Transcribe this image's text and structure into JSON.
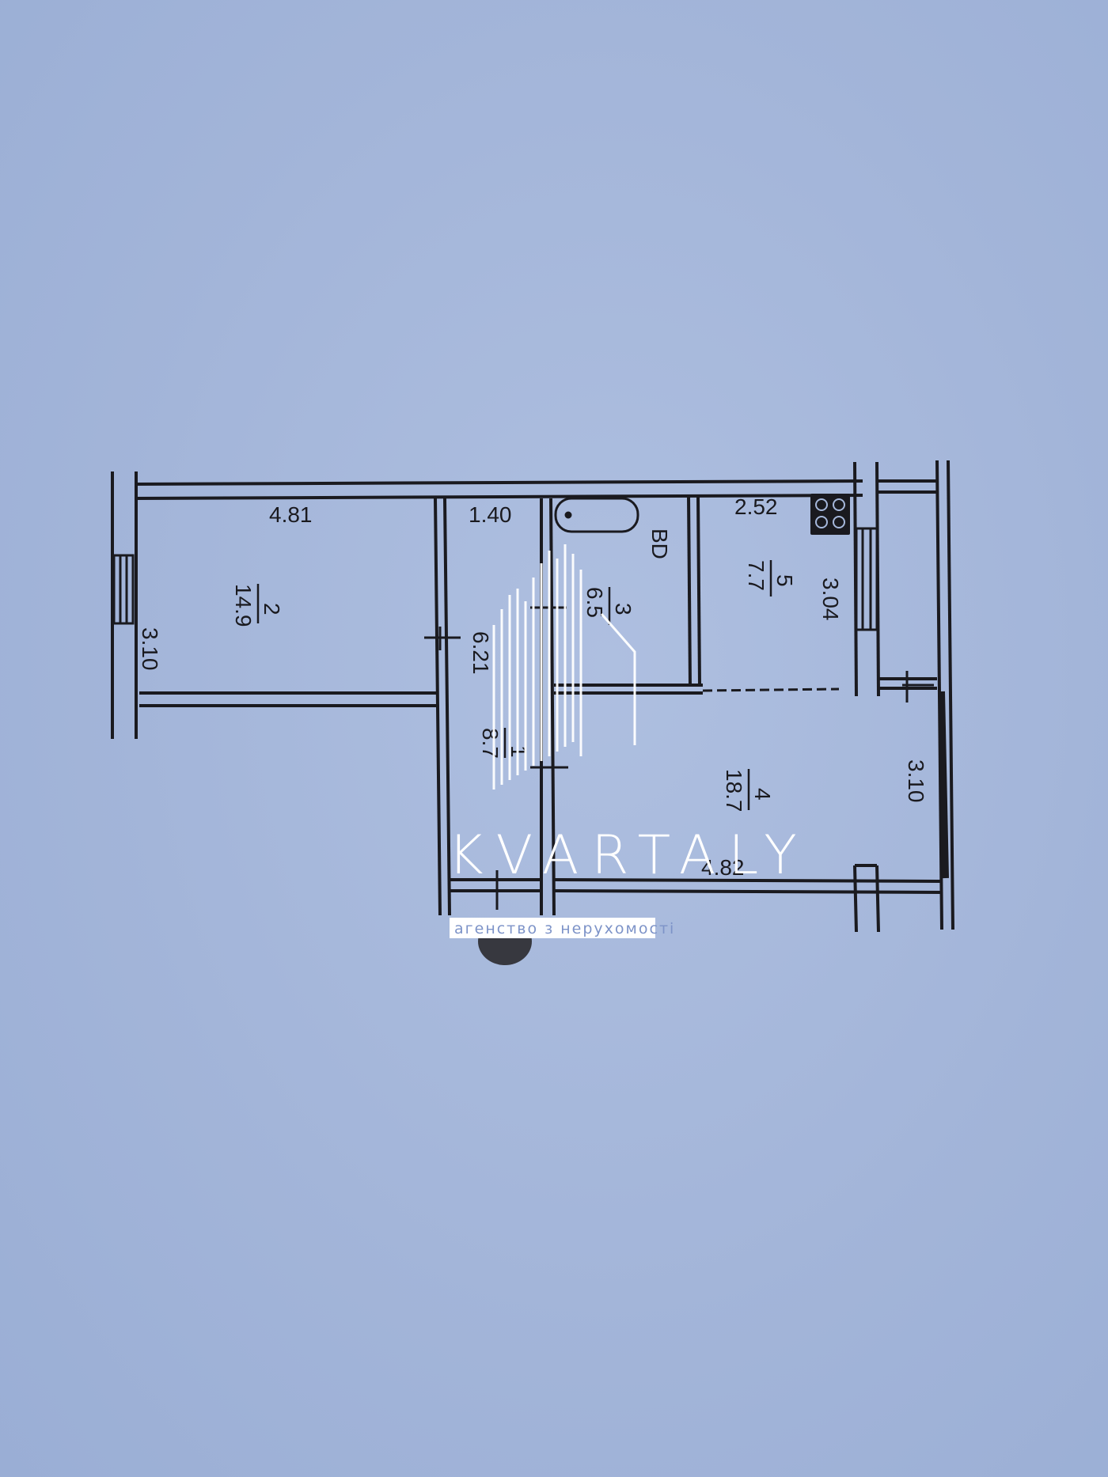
{
  "plan": {
    "rooms": [
      {
        "number": "2",
        "area": "14.9"
      },
      {
        "number": "3",
        "area": "6.5"
      },
      {
        "number": "5",
        "area": "7.7"
      },
      {
        "number": "4",
        "area": "18.7"
      },
      {
        "number": "1",
        "area": "8.7"
      }
    ],
    "dimensions": [
      "4.81",
      "3.10",
      "1.40",
      "6.21",
      "2.52",
      "3.04",
      "3.10",
      "4.82"
    ],
    "bathroom_mark": "BD"
  },
  "watermark": {
    "brand": "KVARTALY",
    "tagline": "агенство з нерухомості"
  },
  "colors": {
    "paper": "#a6b8db",
    "ink": "#1a1a1f",
    "watermark": "#ffffff"
  }
}
